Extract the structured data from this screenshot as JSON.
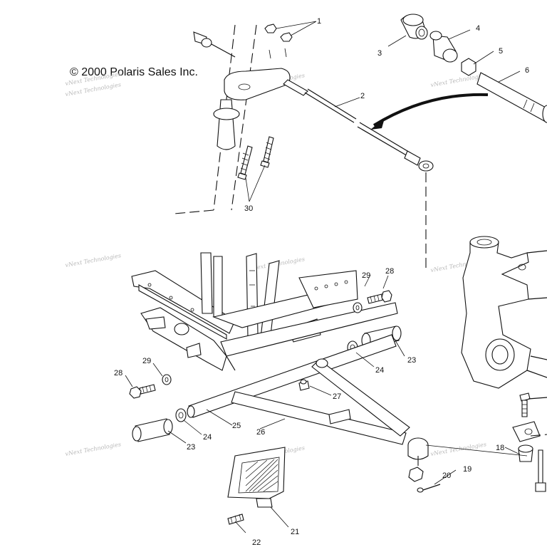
{
  "copyright": "© 2000 Polaris Sales Inc.",
  "watermark": "vNext Technologies",
  "callouts": {
    "c1": "1",
    "c2": "2",
    "c3": "3",
    "c4": "4",
    "c5": "5",
    "c6": "6",
    "c18": "18",
    "c19": "19",
    "c20": "20",
    "c21": "21",
    "c22": "22",
    "c23a": "23",
    "c23b": "23",
    "c24a": "24",
    "c24b": "24",
    "c25": "25",
    "c26": "26",
    "c27": "27",
    "c28a": "28",
    "c28b": "28",
    "c29a": "29",
    "c29b": "29",
    "c30": "30"
  },
  "colors": {
    "ink": "#111111",
    "watermark": "#b9b9b9",
    "background": "#ffffff"
  }
}
